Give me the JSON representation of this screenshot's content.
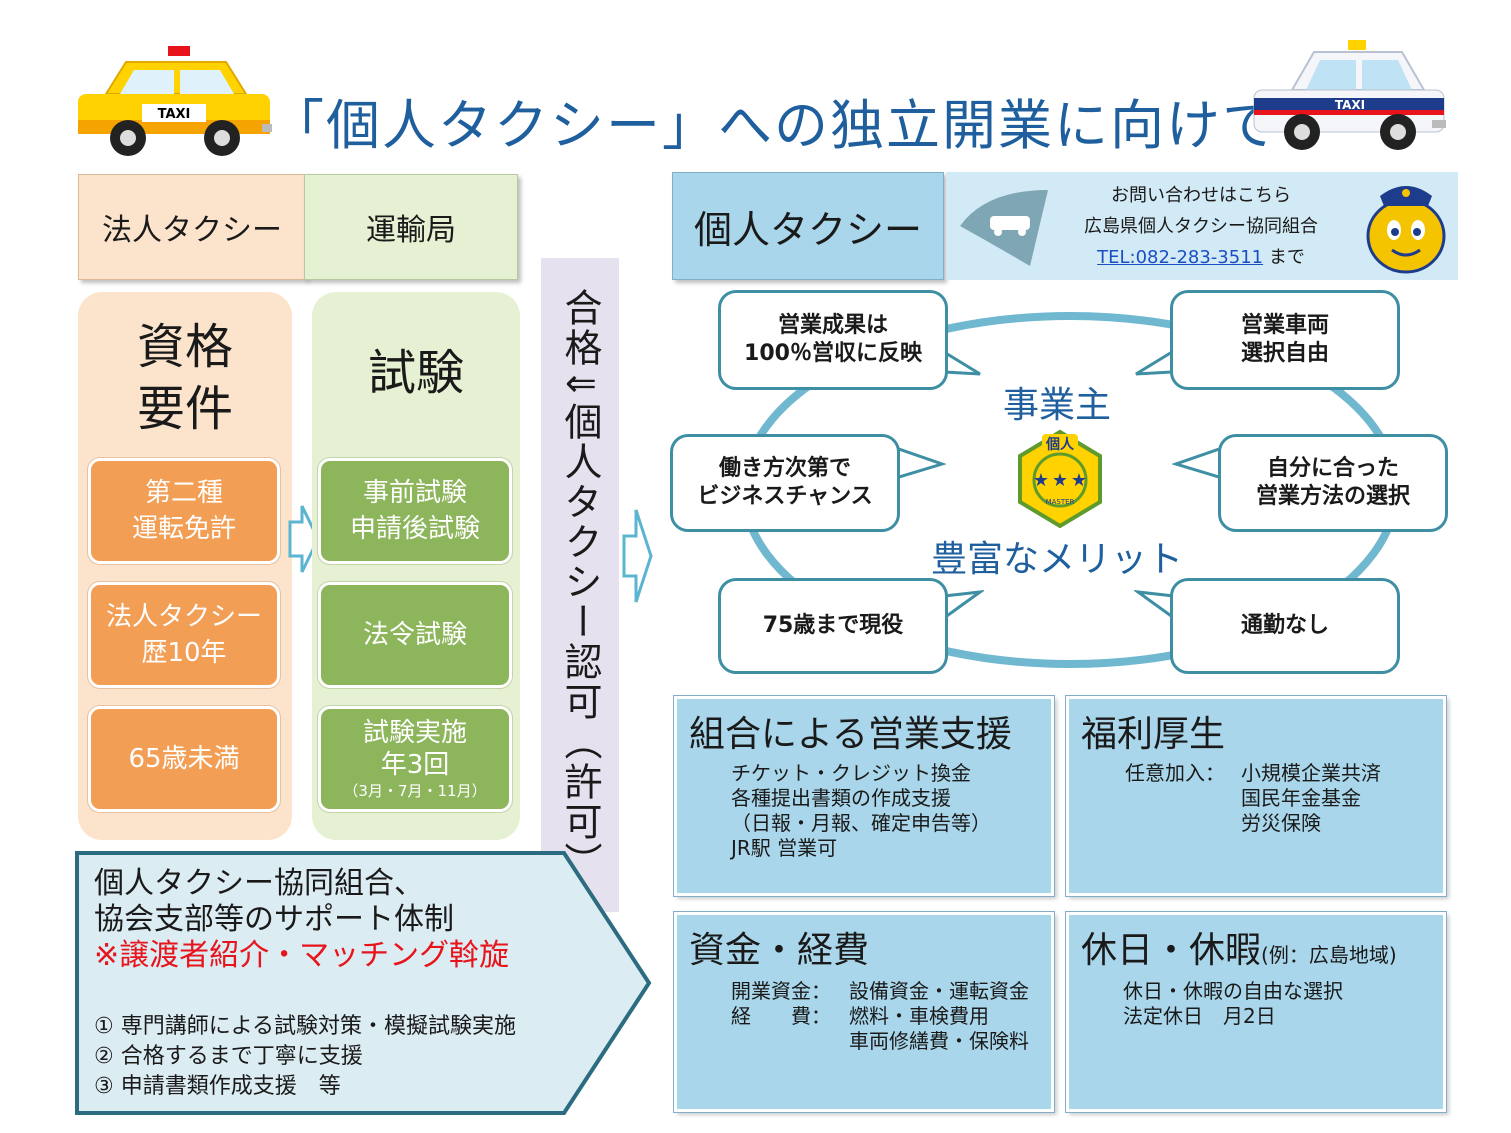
{
  "title": "「個人タクシー」への独立開業に向けて",
  "left_car": {
    "sign": "TAXI"
  },
  "right_car": {
    "sign": "TAXI"
  },
  "header_left": {
    "corporate": "法人タクシー",
    "bureau": "運輸局"
  },
  "qualification": {
    "heading_line1": "資格",
    "heading_line2": "要件",
    "items": [
      {
        "line1": "第二種",
        "line2": "運転免許"
      },
      {
        "line1": "法人タクシー",
        "line2": "歴10年"
      },
      {
        "line1": "65歳未満",
        "line2": ""
      }
    ]
  },
  "exam": {
    "heading": "試験",
    "items": [
      {
        "line1": "事前試験",
        "line2": "申請後試験",
        "note": ""
      },
      {
        "line1": "法令試験",
        "line2": "",
        "note": ""
      },
      {
        "line1": "試験実施",
        "line2": "年3回",
        "note": "（3月・7月・11月）"
      }
    ]
  },
  "vertical_text": "合格⇓個人タクシー認可（許可）",
  "support": {
    "line1": "個人タクシー協同組合、",
    "line2": "協会支部等のサポート体制",
    "highlight": "※譲渡者紹介・マッチング斡旋",
    "items": [
      "① 専門講師による試験対策・模擬試験実施",
      "② 合格するまで丁寧に支援",
      "③ 申請書類作成支援　等"
    ]
  },
  "right_header": {
    "label": "個人タクシー"
  },
  "contact": {
    "line1": "お問い合わせはこちら",
    "line2": "広島県個人タクシー協同組合",
    "tel": "TEL:082-283-3511",
    "tel_suffix": "まで"
  },
  "merits": {
    "center_top": "事業主",
    "center_bottom": "豊富なメリット",
    "badge_text": "個人",
    "badge_sub": "MASTER",
    "bubbles": [
      {
        "line1": "営業成果は",
        "line2": "100％営収に反映"
      },
      {
        "line1": "営業車両",
        "line2": "選択自由"
      },
      {
        "line1": "働き方次第で",
        "line2": "ビジネスチャンス"
      },
      {
        "line1": "自分に合った",
        "line2": "営業方法の選択"
      },
      {
        "line1": "75歳まで現役",
        "line2": ""
      },
      {
        "line1": "通勤なし",
        "line2": ""
      }
    ]
  },
  "panels": {
    "sales": {
      "title": "組合による営業支援",
      "lines": [
        "チケット・クレジット換金",
        "各種提出書類の作成支援",
        "（日報・月報、確定申告等）",
        "JR駅 営業可"
      ]
    },
    "welfare": {
      "title": "福利厚生",
      "label": "任意加入：",
      "lines": [
        "小規模企業共済",
        "国民年金基金",
        "労災保険"
      ]
    },
    "funds": {
      "title": "資金・経費",
      "row1_label": "開業資金：",
      "row1_value": "設備資金・運転資金",
      "row2_label": "経　　費：",
      "row2_value": "燃料・車検費用",
      "row2_value2": "車両修繕費・保険料"
    },
    "holiday": {
      "title": "休日・休暇",
      "title_note": "(例：広島地域)",
      "lines": [
        "休日・休暇の自由な選択",
        "法定休日　月2日"
      ]
    }
  },
  "colors": {
    "title": "#1f5f9e",
    "orange": "#f29e55",
    "green": "#8db55c",
    "blue_panel": "#a9d6ea",
    "teal_border": "#3e8fa3",
    "red": "#e8141b"
  }
}
